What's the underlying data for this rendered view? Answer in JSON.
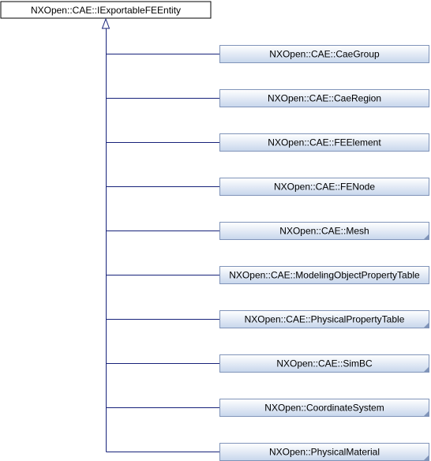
{
  "diagram": {
    "root": {
      "label": "NXOpen::CAE::IExportableFEEntity"
    },
    "children": [
      {
        "label": "NXOpen::CAE::CaeGroup",
        "has_more": false
      },
      {
        "label": "NXOpen::CAE::CaeRegion",
        "has_more": false
      },
      {
        "label": "NXOpen::CAE::FEElement",
        "has_more": false
      },
      {
        "label": "NXOpen::CAE::FENode",
        "has_more": false
      },
      {
        "label": "NXOpen::CAE::Mesh",
        "has_more": true
      },
      {
        "label": "NXOpen::CAE::ModelingObjectPropertyTable",
        "has_more": false
      },
      {
        "label": "NXOpen::CAE::PhysicalPropertyTable",
        "has_more": true
      },
      {
        "label": "NXOpen::CAE::SimBC",
        "has_more": true
      },
      {
        "label": "NXOpen::CoordinateSystem",
        "has_more": true
      },
      {
        "label": "NXOpen::PhysicalMaterial",
        "has_more": true
      }
    ],
    "colors": {
      "root_fill": "#ffffff",
      "root_stroke": "#000000",
      "node_fill_top": "#ffffff",
      "node_fill_bottom": "#c7d6ec",
      "node_stroke": "#8094b9",
      "edge": "#17227a"
    }
  }
}
